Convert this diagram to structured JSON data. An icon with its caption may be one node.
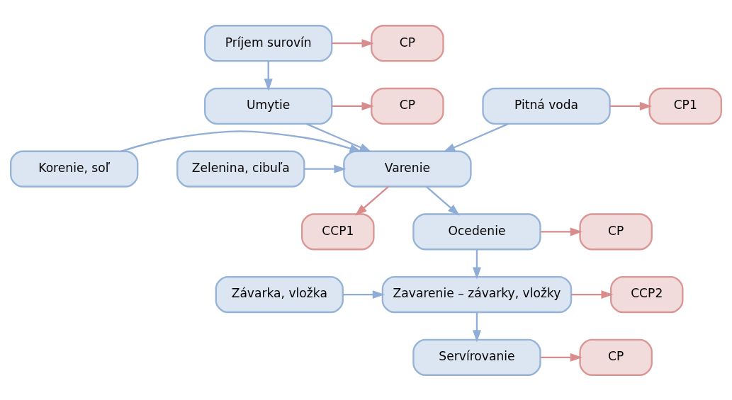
{
  "diagram": {
    "nodes": [
      {
        "text": [
          "Príjem surovín"
        ]
      },
      {
        "text": [
          "CP"
        ]
      },
      {
        "text": [
          "Umytie"
        ]
      },
      {
        "text": [
          "CP"
        ]
      },
      {
        "text": [
          "CCP1"
        ]
      },
      {
        "text": [
          "Pitná voda"
        ]
      },
      {
        "text": [
          "CP1"
        ]
      },
      {
        "text": [
          "Korenie, soľ"
        ]
      },
      {
        "text": [
          "Varenie"
        ]
      },
      {
        "text": [
          "Zelenina, cibuľa"
        ]
      },
      {
        "text": [
          "Ocedenie"
        ]
      },
      {
        "text": [
          "CP"
        ]
      },
      {
        "text": [
          "Zavarenie – závarky, vložky"
        ]
      },
      {
        "text": [
          "Závarka, vložka"
        ]
      },
      {
        "text": [
          "CCP2"
        ]
      },
      {
        "text": [
          "Servírovanie"
        ]
      },
      {
        "text": [
          "CP"
        ]
      }
    ],
    "edges": [
      {
        "from": 0,
        "to": 1,
        "arrow": "to",
        "color": "#d98c8c"
      },
      {
        "from": 0,
        "to": 2,
        "arrow": "to"
      },
      {
        "from": 2,
        "to": 3,
        "arrow": "to",
        "color": "#d98c8c"
      },
      {
        "from": 2,
        "to": 8,
        "arrow": "to"
      },
      {
        "from": 8,
        "to": 4,
        "arrow": "to",
        "color": "#d98c8c"
      },
      {
        "from": 5,
        "to": 8,
        "arrow": "to"
      },
      {
        "from": 5,
        "to": 6,
        "arrow": "to",
        "color": "#d98c8c"
      },
      {
        "from": 7,
        "to": 8,
        "arrow": "to"
      },
      {
        "from": 9,
        "to": 8,
        "arrow": "to"
      },
      {
        "from": 8,
        "to": 10,
        "arrow": "to"
      },
      {
        "from": 10,
        "to": 11,
        "arrow": "to",
        "color": "#d98c8c"
      },
      {
        "from": 10,
        "to": 12,
        "arrow": "to"
      },
      {
        "from": 13,
        "to": 12,
        "arrow": "to"
      },
      {
        "from": 12,
        "to": 14,
        "arrow": "to",
        "color": "#d98c8c"
      },
      {
        "from": 12,
        "to": 15,
        "arrow": "to"
      },
      {
        "from": 15,
        "to": 16,
        "arrow": "to",
        "color": "#d98c8c"
      }
    ]
  }
}
